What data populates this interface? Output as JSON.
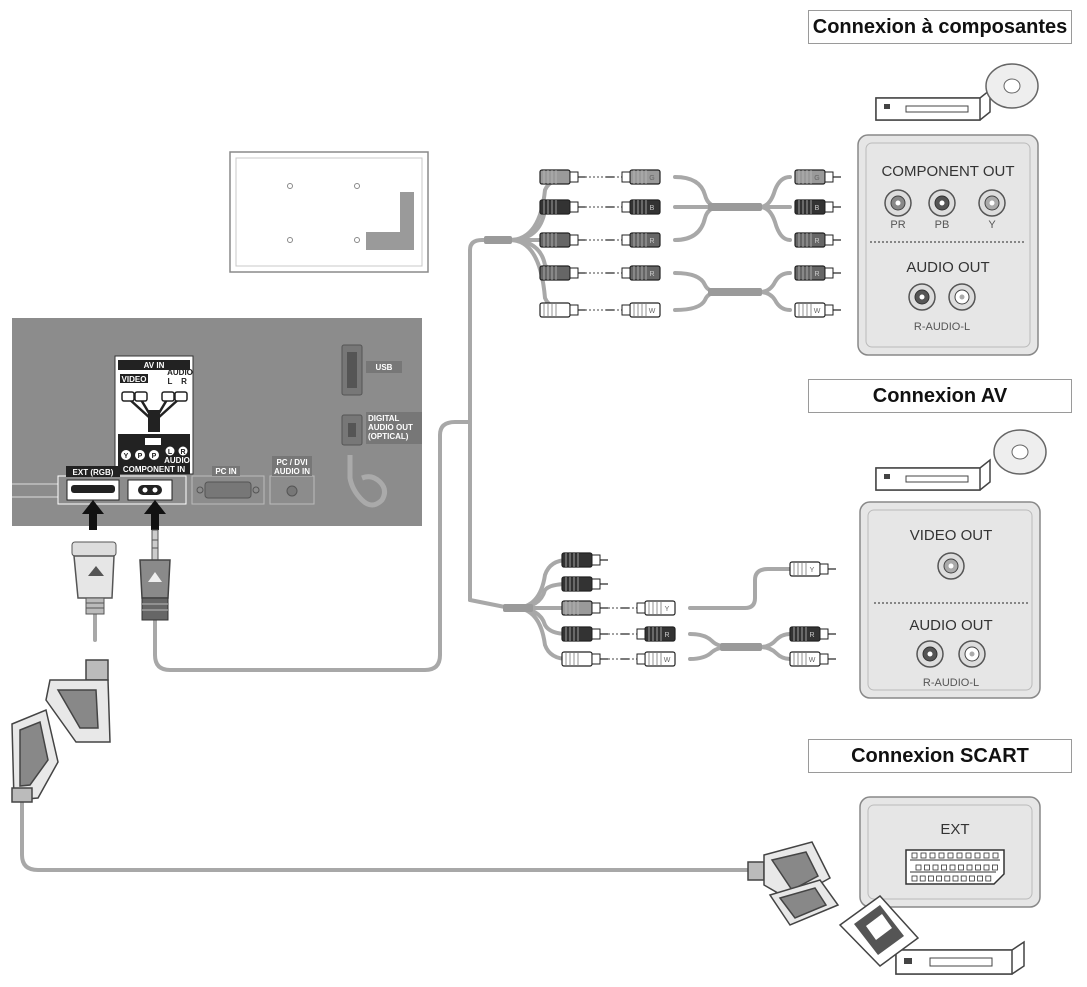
{
  "headings": {
    "component": "Connexion à composantes",
    "av": "Connexion AV",
    "scart": "Connexion SCART"
  },
  "tv_panel": {
    "av_in": "AV IN",
    "video": "VIDEO",
    "audio": "AUDIO",
    "l": "L",
    "r": "R",
    "y": "Y",
    "pb": "P",
    "pr": "P",
    "audio_small": "AUDIO",
    "component_in": "COMPONENT IN",
    "ext_rgb": "EXT (RGB)",
    "pc_in": "PC IN",
    "pc_dvi": "PC / DVI",
    "audio_in": "AUDIO IN",
    "usb": "USB",
    "digital": "DIGITAL",
    "audio_out": "AUDIO OUT",
    "optical": "(OPTICAL)"
  },
  "component_device": {
    "component_out": "COMPONENT OUT",
    "pr": "PR",
    "pb": "PB",
    "y": "Y",
    "audio_out": "AUDIO OUT",
    "r_audio_l": "R-AUDIO-L"
  },
  "av_device": {
    "video_out": "VIDEO OUT",
    "audio_out": "AUDIO OUT",
    "r_audio_l": "R-AUDIO-L"
  },
  "scart_device": {
    "ext": "EXT"
  },
  "plug_marks": {
    "g": "G",
    "b": "B",
    "r": "R",
    "w": "W",
    "y": "Y"
  },
  "colors": {
    "tv_panel": "#8c8c8c",
    "cable": "#a9a9a9",
    "device_panel": "#e6e6e6"
  }
}
